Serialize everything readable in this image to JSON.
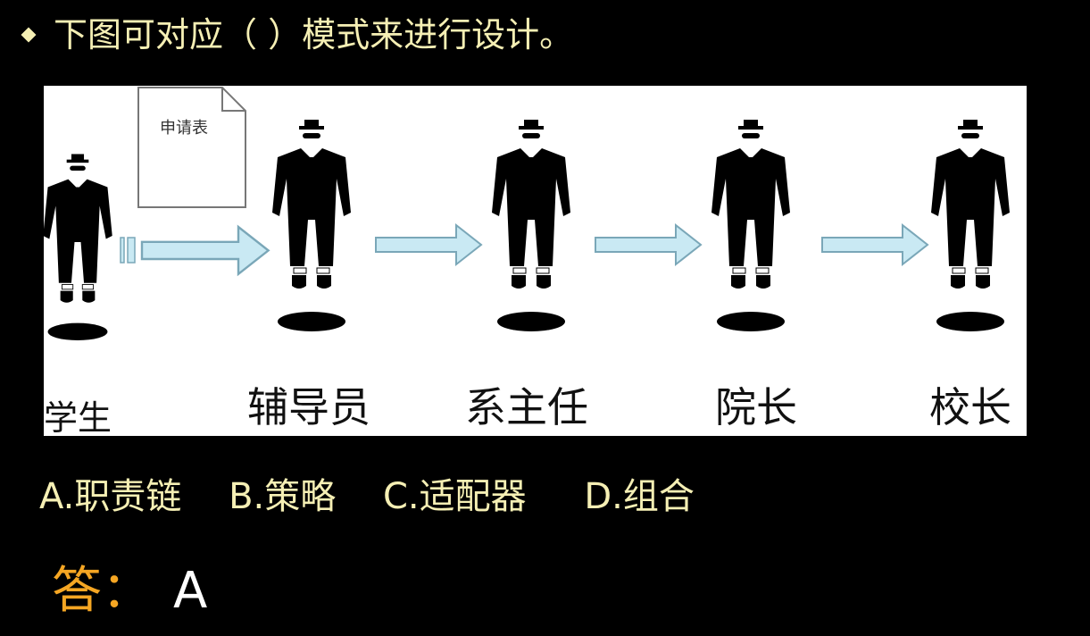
{
  "question": {
    "text": "下图可对应（    ）模式来进行设计。"
  },
  "figure": {
    "form_label": "申请表",
    "roles": [
      "学生",
      "辅导员",
      "系主任",
      "院长",
      "校长"
    ]
  },
  "options": {
    "a": "A.职责链",
    "b": "B.策略",
    "c": "C.适配器",
    "d": "D.组合"
  },
  "answer": {
    "label": "答：",
    "value": "A"
  },
  "colors": {
    "question_text": "#f5efb4",
    "answer_label": "#f5a623",
    "arrow_fill": "#c9e9f3",
    "arrow_stroke": "#7aa7b8"
  }
}
